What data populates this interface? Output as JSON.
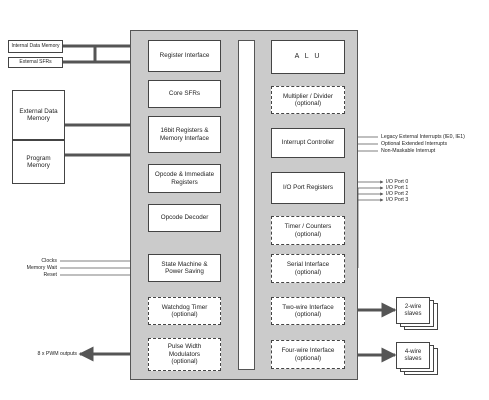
{
  "external_left": {
    "internal_data_memory": "Internal Data Memory",
    "external_sfrs": "External SFRs",
    "external_data_memory": "External Data Memory",
    "program_memory": "Program Memory"
  },
  "left_blocks": {
    "register_interface": "Register Interface",
    "core_sfrs": "Core SFRs",
    "registers_16bit": "16bit Registers & Memory Interface",
    "opcode_immediate": "Opcode & Immediate Registers",
    "opcode_decoder": "Opcode Decoder",
    "state_machine": "State Machine & Power Saving",
    "watchdog": "Watchdog Timer",
    "watchdog_opt": "(optional)",
    "pwm": "Pulse Width Modulators",
    "pwm_opt": "(optional)"
  },
  "right_blocks": {
    "alu": "A L U",
    "multiplier": "Multiplier / Divider",
    "multiplier_opt": "(optional)",
    "interrupt": "Interrupt Controller",
    "io_port_registers": "I/O Port Registers",
    "timer": "Timer / Counters",
    "timer_opt": "(optional)",
    "serial": "Serial Interface",
    "serial_opt": "(optional)",
    "two_wire": "Two-wire Interface",
    "two_wire_opt": "(optional)",
    "four_wire": "Four-wire Interface",
    "four_wire_opt": "(optional)"
  },
  "left_signals": {
    "clocks": "Clocks",
    "memory_wait": "Memory Wait",
    "reset": "Reset",
    "pwm_outputs": "8 x PWM outputs"
  },
  "right_signals": {
    "legacy_interrupts": "Legacy External Interrupts (IE0, IE1)",
    "optional_interrupts": "Optional Extended Interrupts",
    "nmi": "Non-Maskable Interrupt",
    "io_port_0": "I/O Port 0",
    "io_port_1": "I/O Port 1",
    "io_port_2": "I/O Port 2",
    "io_port_3": "I/O Port 3"
  },
  "slaves": {
    "two_wire": "2-wire slaves",
    "four_wire": "4-wire slaves"
  }
}
